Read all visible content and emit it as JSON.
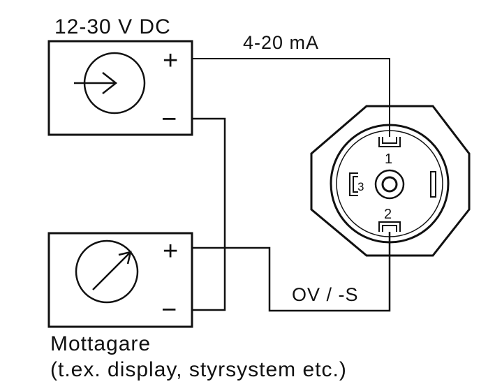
{
  "supply": {
    "voltage_label": "12-30 V DC",
    "plus": "+",
    "minus": "−",
    "icon": "current-source-icon"
  },
  "signal_label": "4-20 mA",
  "return_label": "OV / -S",
  "receiver": {
    "plus": "+",
    "minus": "−",
    "icon": "meter-gauge-icon",
    "caption_line1": "Mottagare",
    "caption_line2": "(t.ex. display, styrsystem etc.)"
  },
  "connector": {
    "pin1": "1",
    "pin2": "2",
    "pin3": "3"
  },
  "colors": {
    "ink": "#111111",
    "background": "#ffffff"
  }
}
